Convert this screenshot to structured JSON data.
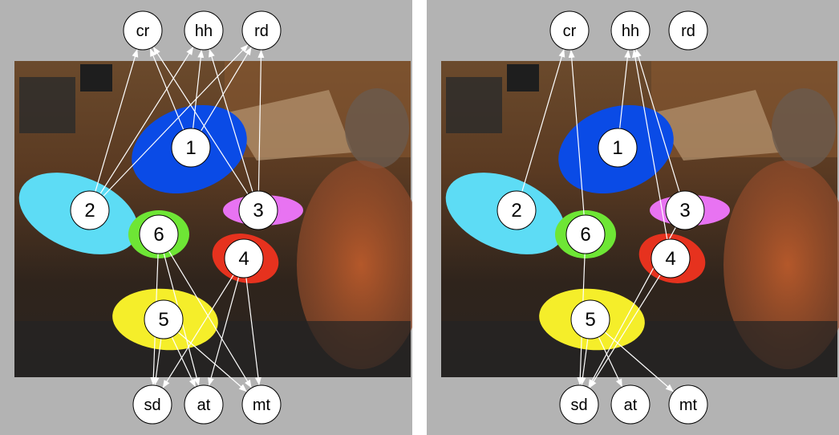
{
  "colors": {
    "panel_bg": "#b3b3b3",
    "edge": "#ffffff",
    "node_fill": "#ffffff",
    "node_stroke": "#000000"
  },
  "top_nodes": [
    "cr",
    "hh",
    "rd"
  ],
  "bottom_nodes": [
    "sd",
    "at",
    "mt"
  ],
  "clusters": [
    {
      "label": "1",
      "color": "#0a4be6"
    },
    {
      "label": "2",
      "color": "#5ddcf5"
    },
    {
      "label": "3",
      "color": "#e873f2"
    },
    {
      "label": "4",
      "color": "#e6321e"
    },
    {
      "label": "5",
      "color": "#f5ee2a"
    },
    {
      "label": "6",
      "color": "#6ee635"
    }
  ],
  "panels": [
    {
      "edges": [
        [
          "1",
          "cr"
        ],
        [
          "1",
          "hh"
        ],
        [
          "1",
          "rd"
        ],
        [
          "2",
          "cr"
        ],
        [
          "2",
          "hh"
        ],
        [
          "2",
          "rd"
        ],
        [
          "3",
          "cr"
        ],
        [
          "3",
          "hh"
        ],
        [
          "3",
          "rd"
        ],
        [
          "4",
          "sd"
        ],
        [
          "4",
          "at"
        ],
        [
          "4",
          "mt"
        ],
        [
          "5",
          "sd"
        ],
        [
          "5",
          "at"
        ],
        [
          "5",
          "mt"
        ],
        [
          "6",
          "sd"
        ],
        [
          "6",
          "at"
        ],
        [
          "6",
          "mt"
        ]
      ]
    },
    {
      "edges": [
        [
          "1",
          "hh"
        ],
        [
          "2",
          "cr"
        ],
        [
          "3",
          "hh"
        ],
        [
          "4",
          "hh"
        ],
        [
          "4",
          "sd"
        ],
        [
          "5",
          "sd"
        ],
        [
          "5",
          "at"
        ],
        [
          "5",
          "mt"
        ],
        [
          "6",
          "cr"
        ],
        [
          "6",
          "sd"
        ],
        [
          "3",
          "sd"
        ]
      ]
    }
  ]
}
